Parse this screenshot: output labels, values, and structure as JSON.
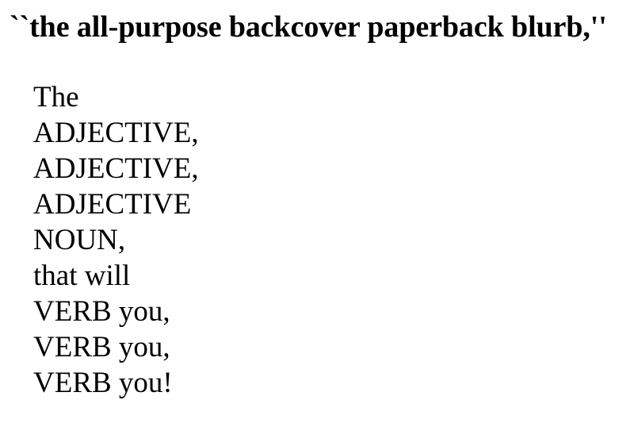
{
  "document": {
    "headline": "``the all-purpose backcover paperback blurb,''",
    "verse_lines": [
      {
        "text": "The"
      },
      {
        "text": "ADJECTIVE,"
      },
      {
        "text": "ADJECTIVE,"
      },
      {
        "text": "ADJECTIVE"
      },
      {
        "text": "NOUN,"
      },
      {
        "text": "that will"
      },
      {
        "text": "VERB you,"
      },
      {
        "text": "VERB you,"
      },
      {
        "text": "VERB you!"
      }
    ],
    "colors": {
      "background": "#ffffff",
      "text": "#000000"
    }
  }
}
